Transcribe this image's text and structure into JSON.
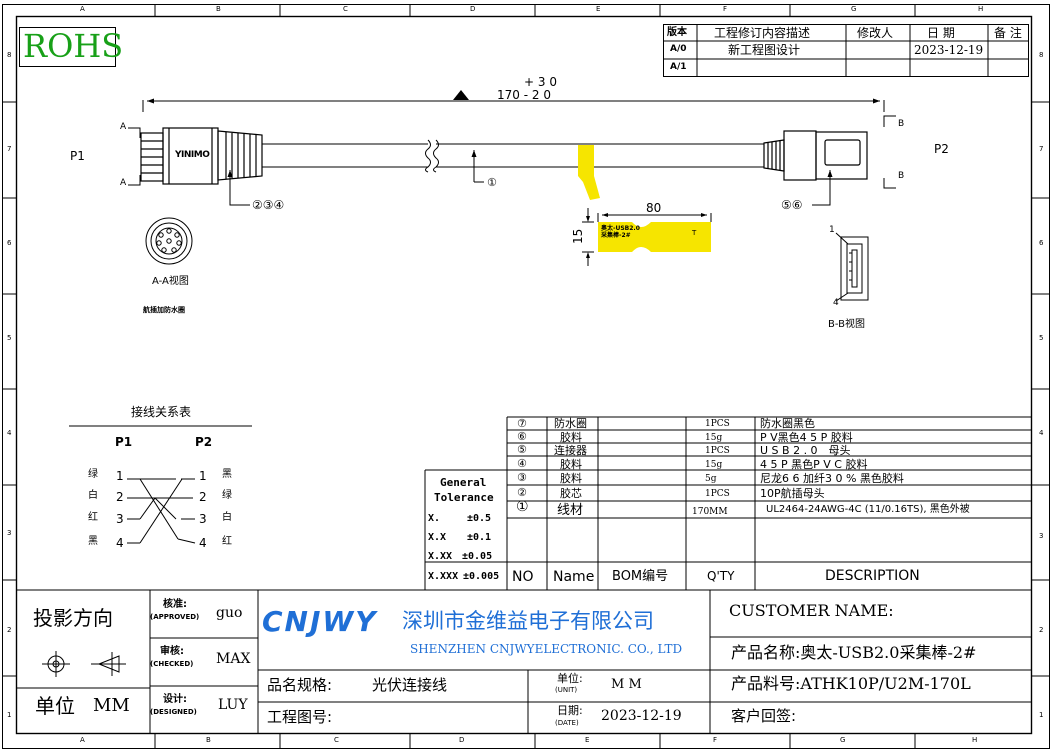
{
  "border": {
    "cols": [
      "A",
      "B",
      "C",
      "D",
      "E",
      "F",
      "G",
      "H"
    ],
    "rows": [
      "8",
      "7",
      "6",
      "5",
      "4",
      "3",
      "2",
      "1"
    ]
  },
  "rohs": "ROHS",
  "revision": {
    "headers": [
      "版本",
      "工程修订内容描述",
      "修改人",
      "日 期",
      "备 注"
    ],
    "rows": [
      {
        "ver": "A/0",
        "desc": "新工程图设计",
        "by": "",
        "date": "2023-12-19",
        "note": ""
      },
      {
        "ver": "A/1",
        "desc": "",
        "by": "",
        "date": "",
        "note": ""
      }
    ]
  },
  "drawing": {
    "length_tol_plus": "+ 3 0",
    "length": "170 - 2 0",
    "p1": "P1",
    "p2": "P2",
    "section_a": "A",
    "section_b": "B",
    "connector_brand": "YINIMO",
    "callout_234": "②③④",
    "callout_1": "①",
    "callout_56": "⑤⑥",
    "label_w": "80",
    "label_h": "15",
    "label_line1": "奥太-USB2.0",
    "label_line2": "采集棒-2#",
    "label_t": "T",
    "view_aa": "A-A视图",
    "aviation_note": "航插加防水圈",
    "bb_pin1": "1",
    "bb_pin4": "4",
    "view_bb": "B-B视图"
  },
  "wiring": {
    "title": "接线关系表",
    "p1": "P1",
    "p2": "P2",
    "rows": [
      {
        "c1": "绿",
        "n1": "1",
        "n2": "1",
        "c2": "黑"
      },
      {
        "c1": "白",
        "n1": "2",
        "n2": "2",
        "c2": "绿"
      },
      {
        "c1": "红",
        "n1": "3",
        "n2": "3",
        "c2": "白"
      },
      {
        "c1": "黑",
        "n1": "4",
        "n2": "4",
        "c2": "红"
      }
    ]
  },
  "tolerance": {
    "title1": "General",
    "title2": "Tolerance",
    "rows": [
      {
        "k": "X.",
        "v": "±0.5"
      },
      {
        "k": "X.X",
        "v": "±0.1"
      },
      {
        "k": "X.XX",
        "v": "±0.05"
      },
      {
        "k": "X.XXX",
        "v": "±0.005"
      }
    ]
  },
  "bom": {
    "rows": [
      {
        "no": "⑦",
        "name": "防水圈",
        "code": "",
        "qty": "1PCS",
        "desc": "防水圈黑色"
      },
      {
        "no": "⑥",
        "name": "胶料",
        "code": "",
        "qty": "15g",
        "desc": "P V黑色4 5 P 胶料"
      },
      {
        "no": "⑤",
        "name": "连接器",
        "code": "",
        "qty": "1PCS",
        "desc": "U S B 2 . 0　母头"
      },
      {
        "no": "④",
        "name": "胶料",
        "code": "",
        "qty": "15g",
        "desc": "4 5 P 黑色P V C 胶料"
      },
      {
        "no": "③",
        "name": "胶料",
        "code": "",
        "qty": "5g",
        "desc": "尼龙6 6 加纤3 0 % 黑色胶料"
      },
      {
        "no": "②",
        "name": "胶芯",
        "code": "",
        "qty": "1PCS",
        "desc": "10P航插母头"
      },
      {
        "no": "①",
        "name": "线材",
        "code": "",
        "qty": "170MM",
        "desc": "UL2464-24AWG-4C (11/0.16TS), 黑色外被"
      }
    ],
    "header": {
      "no": "NO",
      "name": "Name",
      "code": "BOM编号",
      "qty": "Q'TY",
      "desc": "DESCRIPTION"
    }
  },
  "title_block": {
    "projection": "投影方向",
    "unit_label": "单位",
    "unit_value": "MM",
    "approved_cn": "核准:",
    "approved_en": "(APPROVED)",
    "approved_by": "guo",
    "checked_cn": "审核:",
    "checked_en": "(CHECKED)",
    "checked_by": "MAX",
    "designed_cn": "设计:",
    "designed_en": "(DESIGNED)",
    "designed_by": "LUY",
    "logo": "CNJWY",
    "company_cn": "深圳市金维益电子有限公司",
    "company_en": "SHENZHEN CNJWYELECTRONIC. CO., LTD",
    "spec_label": "品名规格:",
    "spec_value": "光伏连接线",
    "unit2_cn": "单位:",
    "unit2_en": "(UNIT)",
    "unit2_value": "M M",
    "drawing_no_label": "工程图号:",
    "date_cn": "日期:",
    "date_en": "(DATE)",
    "date_value": "2023-12-19",
    "customer_name": "CUSTOMER NAME:",
    "product_name": "产品名称:奥太-USB2.0采集棒-2#",
    "product_no": "产品料号:ATHK10P/U2M-170L",
    "customer_sign": "客户回签:"
  },
  "colors": {
    "label_yellow": "#f6e500",
    "logo_blue": "#1f6fd6"
  }
}
